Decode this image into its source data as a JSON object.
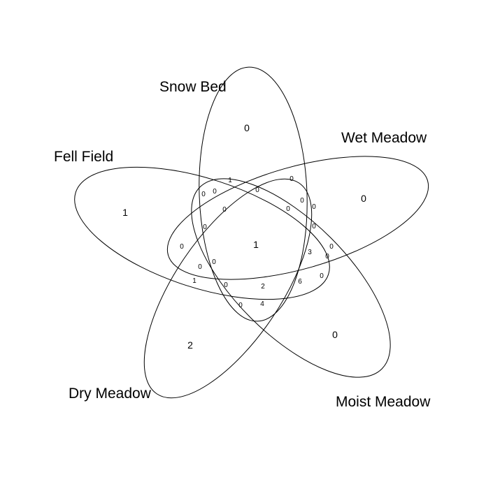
{
  "sets": [
    {
      "id": "snow_bed",
      "label": "Snow Bed"
    },
    {
      "id": "wet_meadow",
      "label": "Wet Meadow"
    },
    {
      "id": "moist_meadow",
      "label": "Moist Meadow"
    },
    {
      "id": "dry_meadow",
      "label": "Dry Meadow"
    },
    {
      "id": "fell_field",
      "label": "Fell Field"
    }
  ],
  "regions": [
    {
      "sets": [
        "snow_bed"
      ],
      "count": "0"
    },
    {
      "sets": [
        "wet_meadow"
      ],
      "count": "0"
    },
    {
      "sets": [
        "moist_meadow"
      ],
      "count": "0"
    },
    {
      "sets": [
        "dry_meadow"
      ],
      "count": "2"
    },
    {
      "sets": [
        "fell_field"
      ],
      "count": "1"
    },
    {
      "sets": [
        "snow_bed",
        "wet_meadow",
        "moist_meadow",
        "dry_meadow",
        "fell_field"
      ],
      "count": "1"
    },
    {
      "sets": [
        "snow_bed",
        "wet_meadow"
      ],
      "count": "0"
    },
    {
      "sets": [
        "snow_bed",
        "fell_field"
      ],
      "count": "1"
    },
    {
      "sets": [
        "snow_bed",
        "wet_meadow",
        "fell_field"
      ],
      "count": "0"
    },
    {
      "sets": [
        "fell_field",
        "snow_bed",
        "dry_meadow"
      ],
      "count": "0"
    },
    {
      "sets": [
        "fell_field",
        "snow_bed",
        "wet_meadow",
        "dry_meadow"
      ],
      "count": "0"
    },
    {
      "sets": [
        "snow_bed",
        "wet_meadow",
        "moist_meadow"
      ],
      "count": "0"
    },
    {
      "sets": [
        "snow_bed",
        "wet_meadow",
        "moist_meadow",
        "fell_field"
      ],
      "count": "0"
    },
    {
      "sets": [
        "snow_bed",
        "wet_meadow",
        "fell_field",
        "moist_meadow"
      ],
      "count": "0"
    },
    {
      "sets": [
        "wet_meadow",
        "moist_meadow"
      ],
      "count": "0"
    },
    {
      "sets": [
        "wet_meadow",
        "moist_meadow",
        "fell_field"
      ],
      "count": "0"
    },
    {
      "sets": [
        "fell_field",
        "snow_bed",
        "dry_meadow",
        "wet_meadow"
      ],
      "count": "0"
    },
    {
      "sets": [
        "fell_field",
        "wet_meadow",
        "dry_meadow"
      ],
      "count": "0"
    },
    {
      "sets": [
        "fell_field",
        "wet_meadow",
        "snow_bed",
        "dry_meadow"
      ],
      "count": "0"
    },
    {
      "sets": [
        "wet_meadow",
        "moist_meadow",
        "fell_field",
        "snow_bed"
      ],
      "count": "3"
    },
    {
      "sets": [
        "moist_meadow",
        "fell_field"
      ],
      "count": "0"
    },
    {
      "sets": [
        "moist_meadow",
        "fell_field",
        "wet_meadow"
      ],
      "count": "0"
    },
    {
      "sets": [
        "moist_meadow",
        "wet_meadow",
        "dry_meadow"
      ],
      "count": "0"
    },
    {
      "sets": [
        "fell_field",
        "dry_meadow"
      ],
      "count": "1"
    },
    {
      "sets": [
        "fell_field",
        "dry_meadow",
        "wet_meadow"
      ],
      "count": "0"
    },
    {
      "sets": [
        "dry_meadow",
        "wet_meadow",
        "moist_meadow",
        "fell_field"
      ],
      "count": "2"
    },
    {
      "sets": [
        "moist_meadow",
        "dry_meadow",
        "wet_meadow"
      ],
      "count": "6"
    },
    {
      "sets": [
        "snow_bed",
        "dry_meadow"
      ],
      "count": "0"
    },
    {
      "sets": [
        "snow_bed",
        "dry_meadow",
        "moist_meadow"
      ],
      "count": "0"
    },
    {
      "sets": [
        "moist_meadow",
        "dry_meadow"
      ],
      "count": "4"
    }
  ]
}
